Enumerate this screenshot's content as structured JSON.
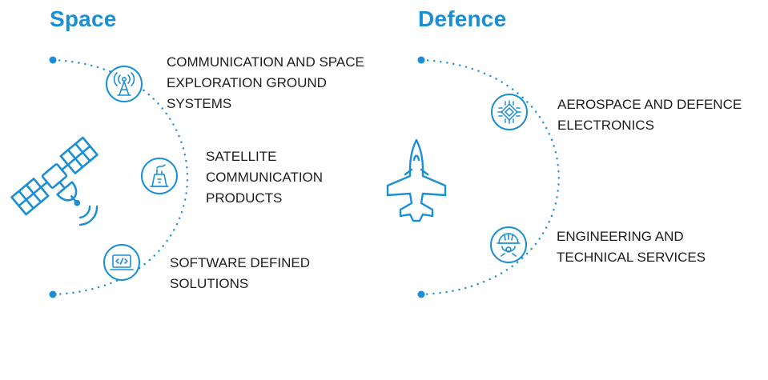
{
  "colors": {
    "accent": "#1a8fd6",
    "text": "#1d1d1d",
    "background": "#ffffff"
  },
  "space": {
    "title": "Space",
    "center_icon": "satellite-icon",
    "items": [
      {
        "icon": "antenna-tower-icon",
        "label": "COMMUNICATION AND SPACE\nEXPLORATION GROUND\nSYSTEMS"
      },
      {
        "icon": "satellite-factory-icon",
        "label": "SATELLITE\nCOMMUNICATION\nPRODUCTS"
      },
      {
        "icon": "code-laptop-icon",
        "label": "SOFTWARE DEFINED\nSOLUTIONS"
      }
    ]
  },
  "defence": {
    "title": "Defence",
    "center_icon": "fighter-jet-icon",
    "items": [
      {
        "icon": "chip-icon",
        "label": "AEROSPACE AND DEFENCE\nELECTRONICS"
      },
      {
        "icon": "engineer-helmet-icon",
        "label": "ENGINEERING AND\nTECHNICAL SERVICES"
      }
    ]
  }
}
